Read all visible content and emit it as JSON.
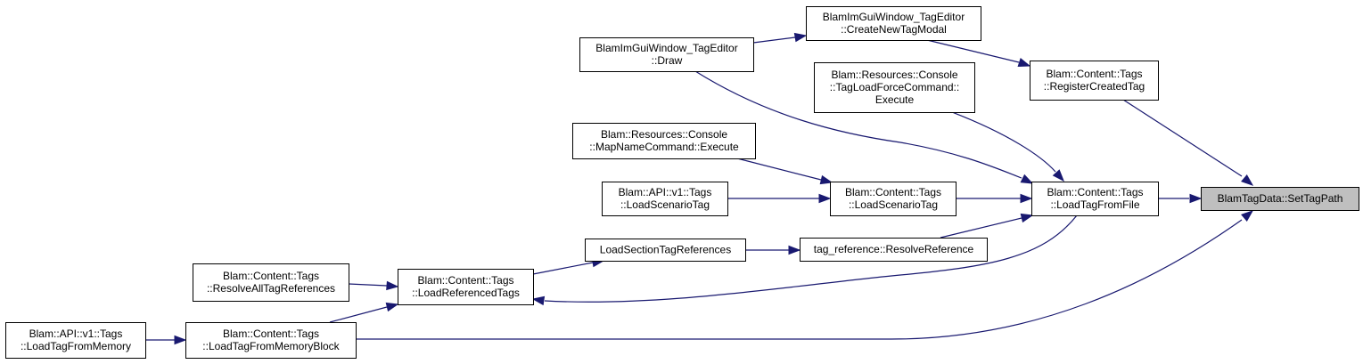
{
  "nodes": [
    {
      "id": "settagpath",
      "name": "node-set-tag-path",
      "lines": [
        "BlamTagData::SetTagPath"
      ],
      "highlight": true
    },
    {
      "id": "registercreatedtag",
      "name": "node-register-created-tag",
      "lines": [
        "Blam::Content::Tags",
        "::RegisterCreatedTag"
      ]
    },
    {
      "id": "loadtagfromfile",
      "name": "node-load-tag-from-file",
      "lines": [
        "Blam::Content::Tags",
        "::LoadTagFromFile"
      ]
    },
    {
      "id": "loadtagfrommemoryblock",
      "name": "node-load-tag-from-memory-block",
      "lines": [
        "Blam::Content::Tags",
        "::LoadTagFromMemoryBlock"
      ]
    },
    {
      "id": "createnewtagmodal",
      "name": "node-create-new-tag-modal",
      "lines": [
        "BlamImGuiWindow_TagEditor",
        "::CreateNewTagModal"
      ]
    },
    {
      "id": "tageditordraw",
      "name": "node-tag-editor-draw",
      "lines": [
        "BlamImGuiWindow_TagEditor",
        "::Draw"
      ]
    },
    {
      "id": "tagloadforce",
      "name": "node-tag-load-force-command-execute",
      "lines": [
        "Blam::Resources::Console",
        "::TagLoadForceCommand::",
        "Execute"
      ]
    },
    {
      "id": "loadscenariotag",
      "name": "node-content-load-scenario-tag",
      "lines": [
        "Blam::Content::Tags",
        "::LoadScenarioTag"
      ]
    },
    {
      "id": "resolvereference",
      "name": "node-resolve-reference",
      "lines": [
        "tag_reference::ResolveReference"
      ]
    },
    {
      "id": "mapnamecommand",
      "name": "node-map-name-command-execute",
      "lines": [
        "Blam::Resources::Console",
        "::MapNameCommand::Execute"
      ]
    },
    {
      "id": "apiloadscenariotag",
      "name": "node-api-load-scenario-tag",
      "lines": [
        "Blam::API::v1::Tags",
        "::LoadScenarioTag"
      ]
    },
    {
      "id": "loadsectiontagrefs",
      "name": "node-load-section-tag-references",
      "lines": [
        "LoadSectionTagReferences"
      ]
    },
    {
      "id": "loadreferencedtags",
      "name": "node-load-referenced-tags",
      "lines": [
        "Blam::Content::Tags",
        "::LoadReferencedTags"
      ]
    },
    {
      "id": "resolvealltagrefs",
      "name": "node-resolve-all-tag-references",
      "lines": [
        "Blam::Content::Tags",
        "::ResolveAllTagReferences"
      ]
    },
    {
      "id": "apiloadtagfrommemory",
      "name": "node-api-load-tag-from-memory",
      "lines": [
        "Blam::API::v1::Tags",
        "::LoadTagFromMemory"
      ]
    }
  ],
  "edges": [
    {
      "from": "registercreatedtag",
      "to": "settagpath"
    },
    {
      "from": "loadtagfromfile",
      "to": "settagpath"
    },
    {
      "from": "loadtagfrommemoryblock",
      "to": "settagpath"
    },
    {
      "from": "createnewtagmodal",
      "to": "registercreatedtag"
    },
    {
      "from": "tageditordraw",
      "to": "createnewtagmodal"
    },
    {
      "from": "tageditordraw",
      "to": "loadtagfromfile"
    },
    {
      "from": "tagloadforce",
      "to": "loadtagfromfile"
    },
    {
      "from": "loadscenariotag",
      "to": "loadtagfromfile"
    },
    {
      "from": "resolvereference",
      "to": "loadtagfromfile"
    },
    {
      "from": "mapnamecommand",
      "to": "loadscenariotag"
    },
    {
      "from": "apiloadscenariotag",
      "to": "loadscenariotag"
    },
    {
      "from": "loadsectiontagrefs",
      "to": "resolvereference"
    },
    {
      "from": "loadreferencedtags",
      "to": "loadsectiontagrefs"
    },
    {
      "from": "loadtagfromfile",
      "to": "loadreferencedtags"
    },
    {
      "from": "resolvealltagrefs",
      "to": "loadreferencedtags"
    },
    {
      "from": "loadtagfrommemoryblock",
      "to": "loadreferencedtags"
    },
    {
      "from": "apiloadtagfrommemory",
      "to": "loadtagfrommemoryblock"
    }
  ],
  "colors": {
    "edge": "#191970",
    "highlight_fill": "#bfbfbf",
    "node_stroke": "#000000"
  }
}
